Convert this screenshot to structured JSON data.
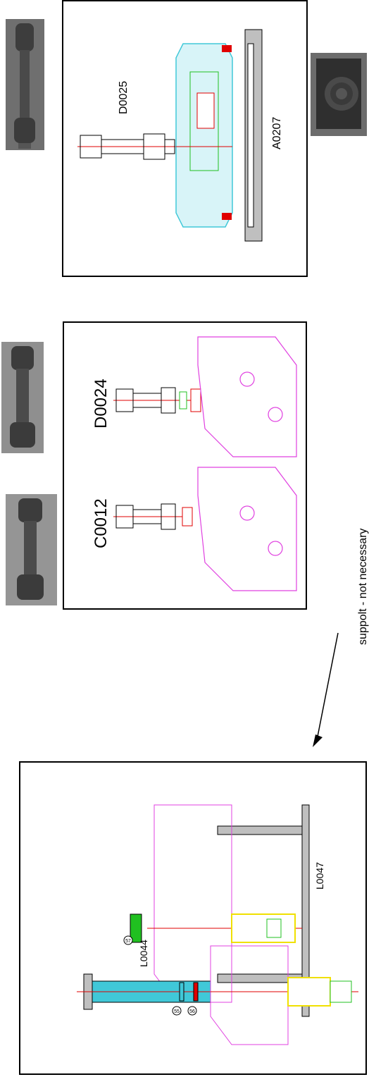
{
  "panels": {
    "top": {
      "left_tool_code": "D0025",
      "right_tool_code": "A0207"
    },
    "middle": {
      "tool_code_1": "C0012",
      "tool_code_2": "D0024"
    },
    "bottom": {
      "left_tool_code": "L0044",
      "right_tool_code": "L0047",
      "callout_57": "57",
      "callout_55": "55",
      "callout_56": "56"
    }
  },
  "annotation": {
    "note": "suppolt - not necessary"
  },
  "photos": [
    {
      "label": "photo-d0025-tool",
      "caption": ""
    },
    {
      "label": "photo-a0207-plate",
      "caption": ""
    },
    {
      "label": "photo-d0024-tool",
      "caption": ""
    },
    {
      "label": "photo-c0012-tool",
      "caption": ""
    }
  ],
  "colors": {
    "housing_pink": "#e040e0",
    "hatch_cyan": "#40c8d8",
    "highlight_red": "#e00000",
    "highlight_green": "#20c020",
    "highlight_yellow": "#f0e000",
    "plate_gray": "#8a8a8a"
  }
}
